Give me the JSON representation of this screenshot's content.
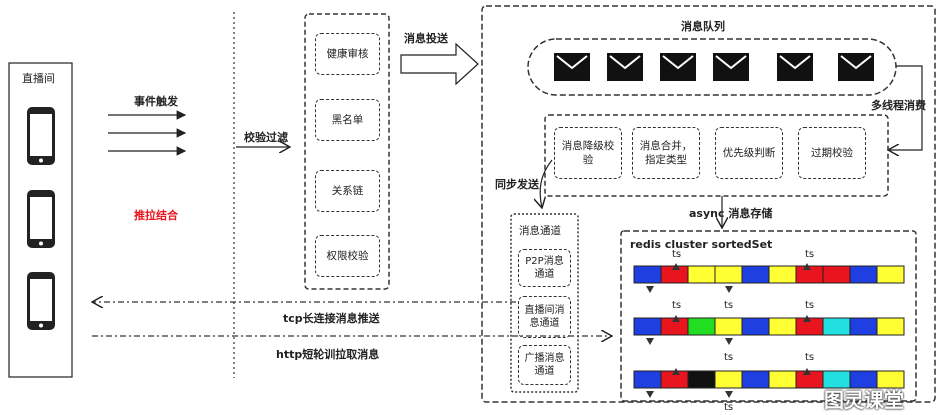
{
  "live_room": {
    "title": "直播间"
  },
  "left_labels": {
    "event_trigger": "事件触发",
    "push_pull": "推拉结合"
  },
  "validation": {
    "label": "校验过滤",
    "items": [
      "健康审核",
      "黑名单",
      "关系链",
      "权限校验"
    ]
  },
  "delivery": {
    "label": "消息投送"
  },
  "queue": {
    "title": "消息队列",
    "consumer_label": "多线程消费"
  },
  "processing": {
    "steps": [
      "消息降级校验",
      "消息合并，指定类型",
      "优先级判断",
      "过期校验"
    ]
  },
  "storage": {
    "label": "async 消息存储"
  },
  "sync_send": {
    "label": "同步发送"
  },
  "channels": {
    "title": "消息通道",
    "items": [
      "P2P消息通道",
      "直播间消息通道",
      "广播消息通道"
    ]
  },
  "redis": {
    "title": "redis cluster sortedSet",
    "ts_label": "ts",
    "rows": [
      [
        "#1f3fe0",
        "#e8141e",
        "#ffff33",
        "#ffff33",
        "#1f3fe0",
        "#ffff33",
        "#e8141e",
        "#e8141e",
        "#1f3fe0",
        "#ffff33"
      ],
      [
        "#1f3fe0",
        "#e8141e",
        "#22dd22",
        "#ffff33",
        "#1f3fe0",
        "#ffff33",
        "#e8141e",
        "#22e0e0",
        "#1f3fe0",
        "#ffff33"
      ],
      [
        "#1f3fe0",
        "#e8141e",
        "#111111",
        "#ffff33",
        "#1f3fe0",
        "#ffff33",
        "#e8141e",
        "#22e0e0",
        "#1f3fe0",
        "#ffff33"
      ]
    ]
  },
  "arrows": {
    "tcp": "tcp长连接消息推送",
    "http": "http短轮训拉取消息"
  },
  "colors": {
    "push_pull": "#e8141e"
  },
  "watermark": "图灵课堂"
}
